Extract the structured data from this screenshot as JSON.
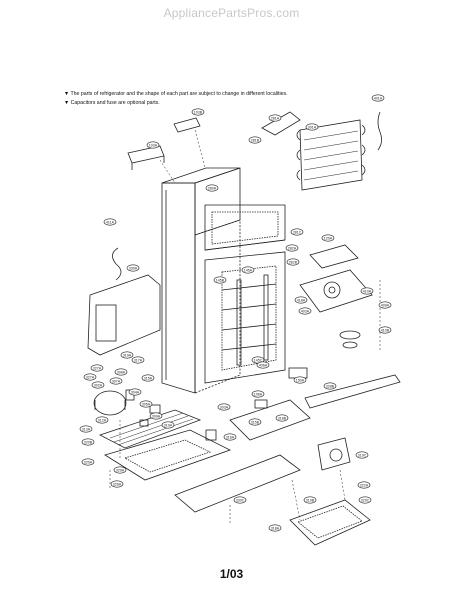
{
  "watermark": "AppliancePartsPros.com",
  "notes": [
    "▼ The parts of refrigerator and the shape of each part are subject to change in different localities.",
    "▼ Capacitors and fuse are optional parts."
  ],
  "page_number": "1/03",
  "callouts": [
    "103B",
    "103A",
    "281A",
    "281B",
    "301A",
    "401A",
    "280A",
    "411A",
    "330A",
    "281C",
    "282A",
    "282B",
    "145A",
    "145B",
    "120A",
    "145C",
    "410A",
    "418A",
    "409A",
    "403A",
    "319A",
    "327A",
    "317A",
    "327A",
    "308A",
    "315A",
    "302A",
    "307A",
    "304A",
    "305A",
    "313A",
    "309A",
    "310A",
    "320B",
    "312A",
    "320A",
    "326A",
    "318B",
    "106A",
    "315B",
    "303A",
    "316A",
    "150A",
    "406A",
    "319C",
    "322A",
    "329C",
    "319B",
    "330C",
    "328B",
    "329A",
    "318A",
    "410B"
  ]
}
